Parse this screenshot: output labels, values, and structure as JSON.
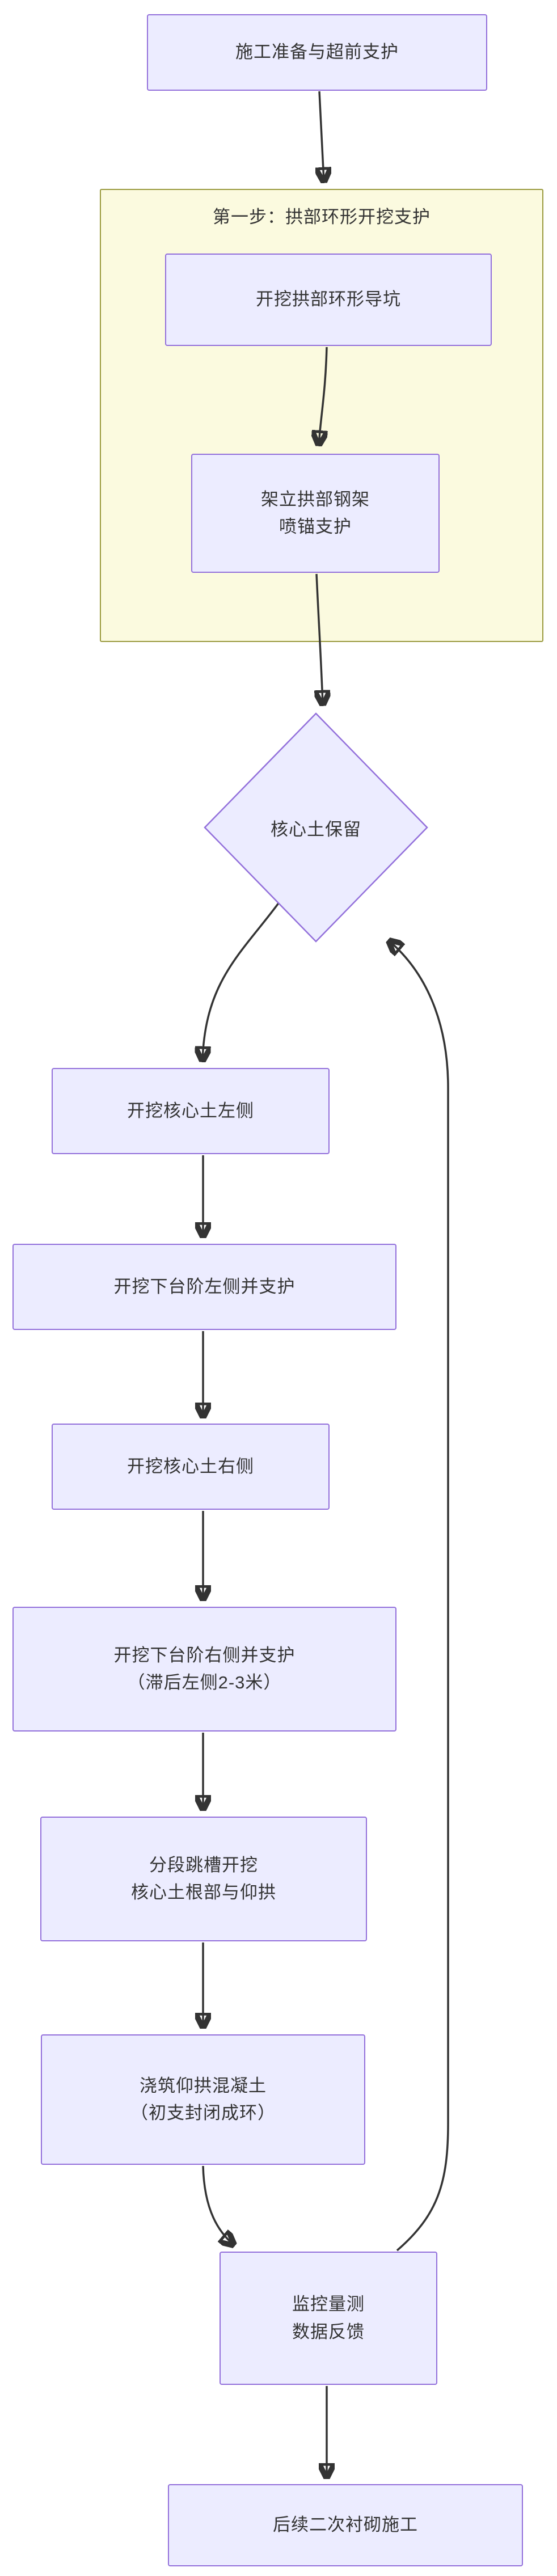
{
  "colors": {
    "node_fill": "#ECECFF",
    "node_border": "#9370DB",
    "node_text": "#333333",
    "subgraph_fill": "#FBFADF",
    "subgraph_border": "#9A9A3F",
    "edge_color": "#333333"
  },
  "subgraph": {
    "title": "第一步：拱部环形开挖支护"
  },
  "nodes": {
    "prep": {
      "lines": [
        "施工准备与超前支护"
      ]
    },
    "arch_pit": {
      "lines": [
        "开挖拱部环形导坑"
      ]
    },
    "steel_frame": {
      "lines": [
        "架立拱部钢架",
        "喷锚支护"
      ]
    },
    "core_keep": {
      "lines": [
        "核心土保留"
      ]
    },
    "core_left": {
      "lines": [
        "开挖核心土左侧"
      ]
    },
    "bench_left": {
      "lines": [
        "开挖下台阶左侧并支护"
      ]
    },
    "core_right": {
      "lines": [
        "开挖核心土右侧"
      ]
    },
    "bench_right": {
      "lines": [
        "开挖下台阶右侧并支护",
        "（滞后左侧2-3米）"
      ]
    },
    "core_root": {
      "lines": [
        "分段跳槽开挖",
        "核心土根部与仰拱"
      ]
    },
    "invert": {
      "lines": [
        "浇筑仰拱混凝土",
        "（初支封闭成环）"
      ]
    },
    "monitor": {
      "lines": [
        "监控量测",
        "数据反馈"
      ]
    },
    "lining": {
      "lines": [
        "后续二次衬砌施工"
      ]
    }
  },
  "edges": [
    {
      "from": "prep",
      "to": "step1-subgraph"
    },
    {
      "from": "arch_pit",
      "to": "steel_frame"
    },
    {
      "from": "steel_frame",
      "to": "core_keep"
    },
    {
      "from": "core_keep",
      "to": "core_left"
    },
    {
      "from": "core_left",
      "to": "bench_left"
    },
    {
      "from": "bench_left",
      "to": "core_right"
    },
    {
      "from": "core_right",
      "to": "bench_right"
    },
    {
      "from": "bench_right",
      "to": "core_root"
    },
    {
      "from": "core_root",
      "to": "invert"
    },
    {
      "from": "invert",
      "to": "monitor"
    },
    {
      "from": "monitor",
      "to": "lining"
    },
    {
      "from": "monitor",
      "to": "core_keep"
    }
  ]
}
